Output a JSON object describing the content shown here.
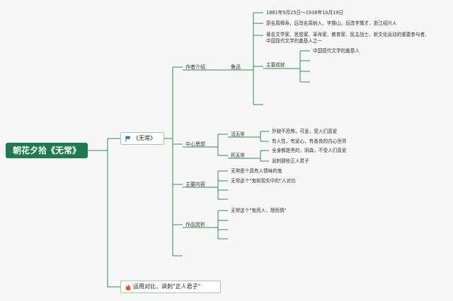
{
  "root": "朝花夕拾《无常》",
  "main_topic": {
    "label": "《无常》",
    "icon": "flag-icon"
  },
  "bottom_topic": {
    "label": "运用对比，讽刺\"正人君子\"",
    "icon": "fire-icon"
  },
  "branches": {
    "author": "作者介绍",
    "luxun": "鲁迅",
    "birth": "1881年9月25日～1936年10月19日",
    "names": "原名周樟寿，后改名周树人，字豫山，后改字豫才，浙江绍兴人",
    "identity_1": "著名文学家、思想家、革命家、教育家、民主战士，新文化运动的重要参与者,",
    "identity_2": "中国现代文学的奠基人之一",
    "achievements": "主要成就",
    "achievement_1": "中国现代文学的奠基人",
    "theme": "中心思想",
    "alive": "活无常",
    "alive_1": "外貌不恐怖，可爱，受人们喜爱",
    "alive_2": "有人性，有爱心，有善良的内心世界",
    "dead": "死无常",
    "dead_1": "全身都是黑的，阴森，不受人们喜爱",
    "dead_2": "讽刺那些正人君子",
    "content": "主要内容",
    "content_1": "无常是个具有人情味的鬼",
    "content_2": "无常这个\"鬼和现实中的\"人对比",
    "appreciation": "作品赏析",
    "appreciation_1": "无常这个\"鬼而人，理而情\""
  },
  "colors": {
    "line": "#2e8b57",
    "root_bg": "#1e7a4f",
    "box_border": "#9bcaa5",
    "flag": "#1f6fd1",
    "fire": "#e8501c"
  }
}
